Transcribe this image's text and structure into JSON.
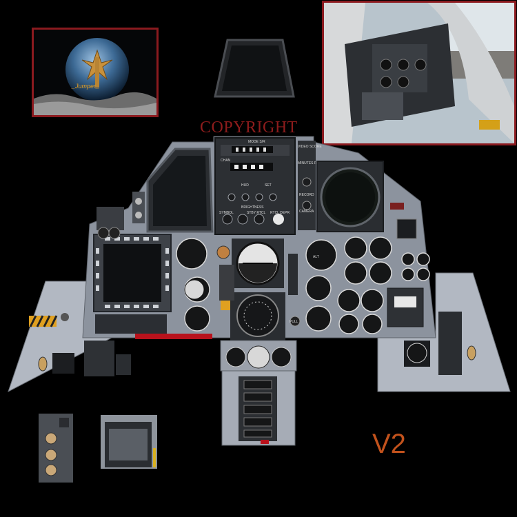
{
  "watermark": {
    "copyright": "COPYRIGHT"
  },
  "version": {
    "label": "V2"
  },
  "logo": {
    "text": "_Jumper_"
  },
  "panel_labels": {
    "mode": "MODE S/R",
    "chan": "CHAN",
    "video_score": "VIDEO SCORE",
    "minutes_remain": "MINUTES REMAIN",
    "hud": "HUD",
    "set": "SET",
    "brightness": "BRIGHTNESS",
    "symbol": "SYMBOL",
    "stby_rtcl": "STBY RTCL",
    "rtcl_depr": "RTCL DEPR",
    "record": "RECORD",
    "camera": "CAMERA",
    "alt": "ALT",
    "pull": "PULL"
  },
  "colors": {
    "frame": "#8b1a1f",
    "copyright": "#8e1c1c",
    "version": "#c2521c",
    "panel": "#9aa0aa",
    "console": "#b4bac4",
    "gauge": "#181818"
  }
}
